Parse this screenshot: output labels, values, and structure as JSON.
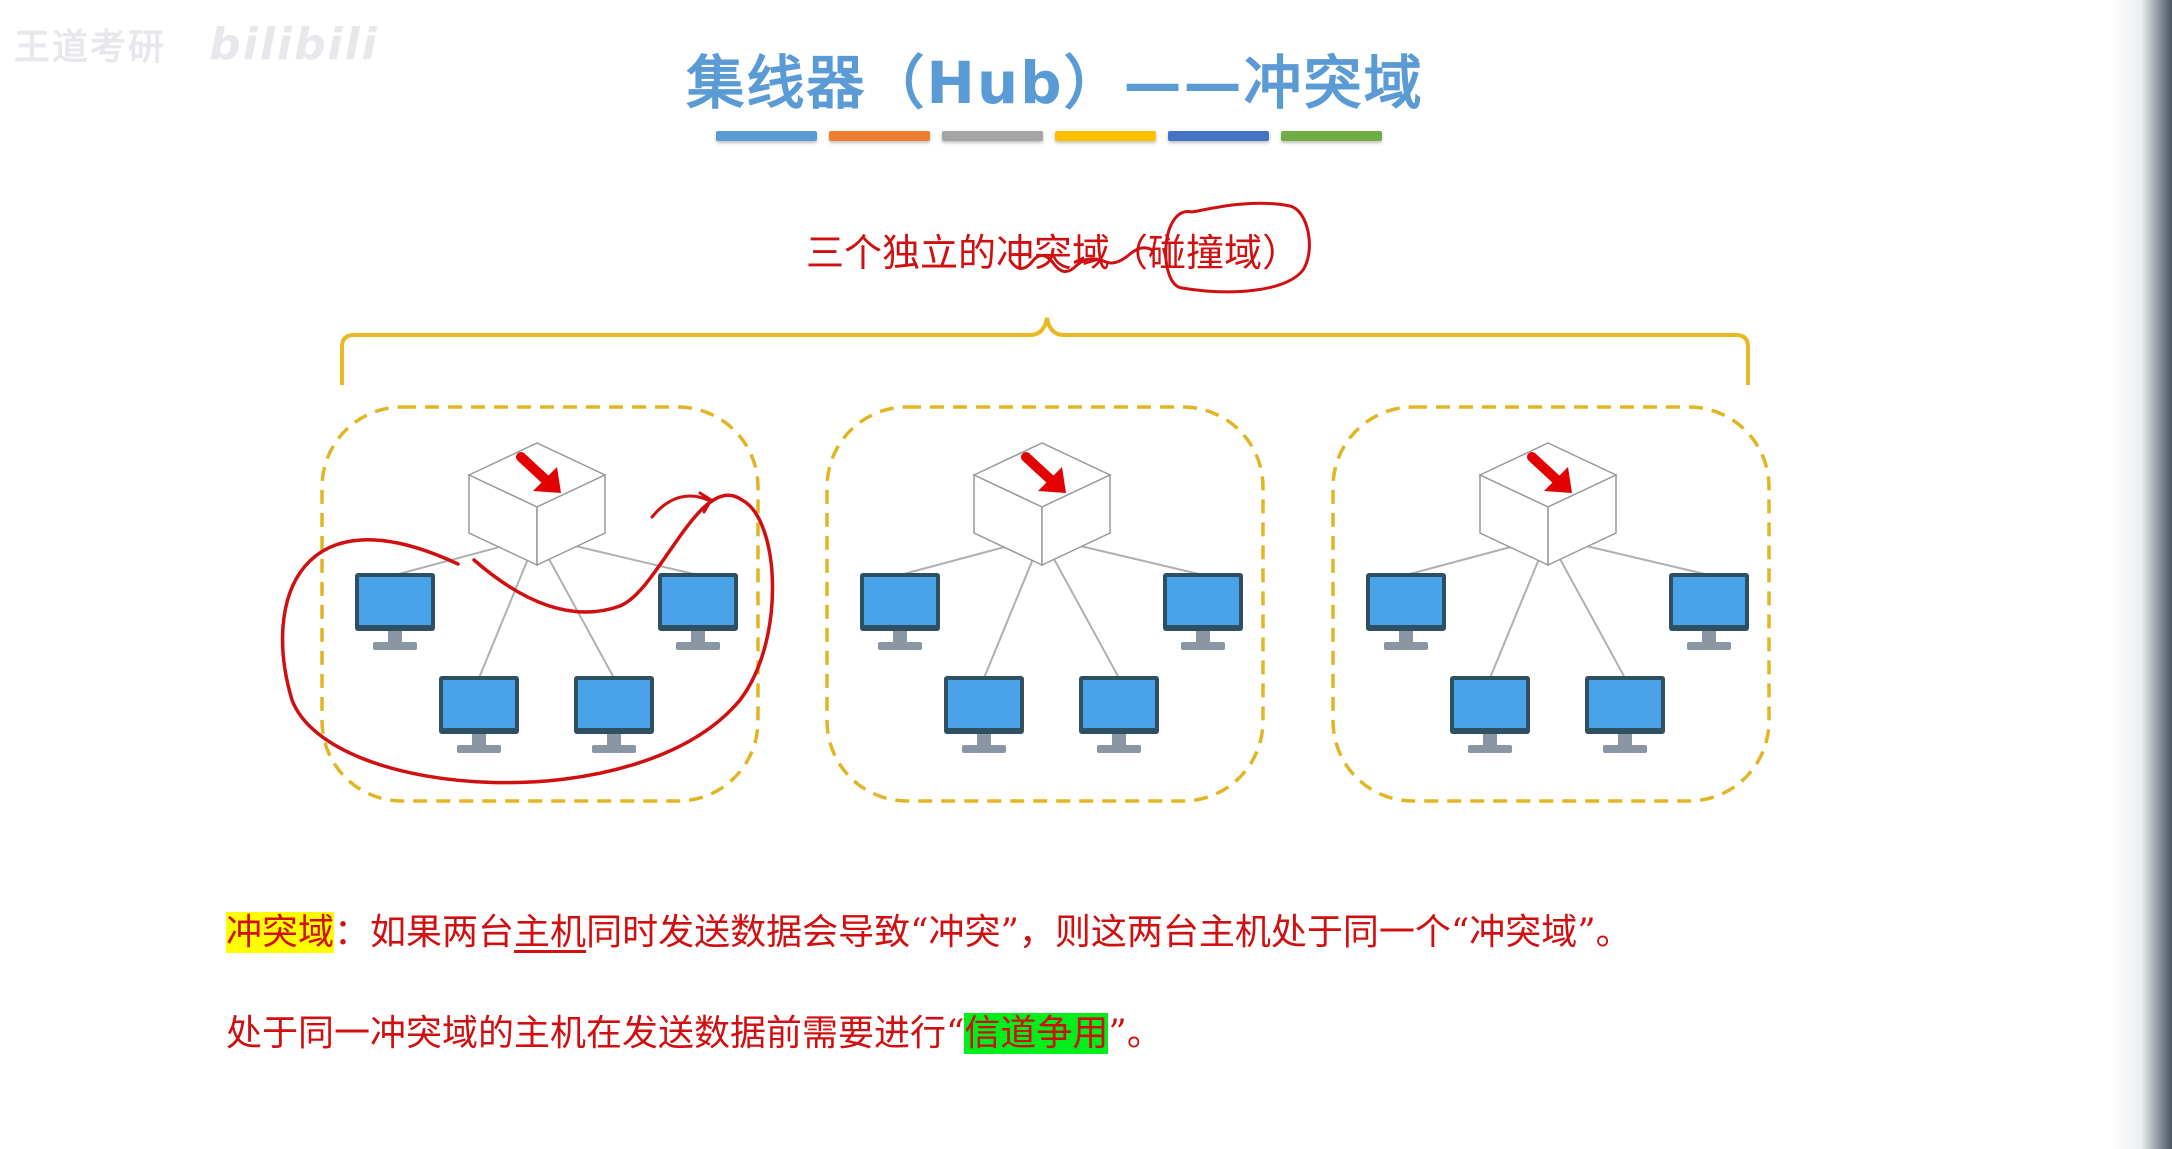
{
  "watermark": {
    "author": "王道考研",
    "platform": "bilibili"
  },
  "title": "集线器（Hub）——冲突域",
  "title_bar_colors": [
    "#5b9bd5",
    "#ed7d31",
    "#a5a5a5",
    "#ffc000",
    "#4472c4",
    "#70ad47"
  ],
  "subtitle": {
    "prefix": "三个独立的",
    "term": "冲突域",
    "paren_open": "（",
    "alias": "碰撞域",
    "paren_close": "）"
  },
  "domains": [
    {
      "hub_icon": "hub-box-icon",
      "hosts": 4
    },
    {
      "hub_icon": "hub-box-icon",
      "hosts": 4
    },
    {
      "hub_icon": "hub-box-icon",
      "hosts": 4
    }
  ],
  "definition": {
    "term": "冲突域",
    "colon": "：",
    "part1": "如果两台",
    "host_word": "主机",
    "part2": "同时发送数据会导致“冲突”，则这两台主机处于同一个“冲突域”。"
  },
  "note": {
    "prefix": "处于同一冲突域的主机在发送数据前需要进行“",
    "highlight": "信道争用",
    "suffix": "”。"
  },
  "colors": {
    "title_blue": "#5b9bd5",
    "brace_gold": "#e8b923",
    "dashed_gold": "#e2b524",
    "annotation_red": "#d01010",
    "highlight_yellow": "#ffff00",
    "highlight_green": "#00ee1c"
  }
}
